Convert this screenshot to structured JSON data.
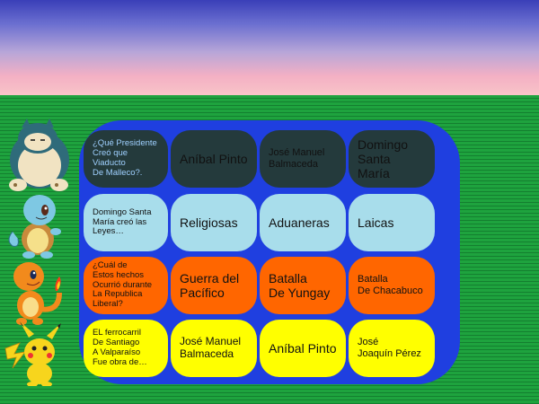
{
  "board": {
    "rows": [
      {
        "question": "¿Qué Presidente\nCreó que Viaducto\nDe Malleco?.",
        "answers": [
          "Aníbal Pinto",
          "José Manuel\nBalmaceda",
          "Domingo\nSanta María"
        ]
      },
      {
        "question": "Domingo Santa\nMaría creó las\nLeyes…",
        "answers": [
          "Religiosas",
          "Aduaneras",
          "Laicas"
        ]
      },
      {
        "question": "¿Cuál de\nEstos hechos\nOcurrió durante\nLa Republica\nLiberal?",
        "answers": [
          "Guerra del\nPacífico",
          "Batalla\nDe Yungay",
          "Batalla\nDe Chacabuco"
        ]
      },
      {
        "question": "EL ferrocarril\nDe Santiago\nA Valparaíso\nFue obra de…",
        "answers": [
          "José Manuel\nBalmaceda",
          "Aníbal Pinto",
          "José\nJoaquín Pérez"
        ]
      }
    ]
  },
  "icons": [
    "snorlax-icon",
    "squirtle-icon",
    "charmander-icon",
    "pikachu-icon"
  ],
  "colors": {
    "board": "#1f3fe0",
    "row1": "#243a3c",
    "row2": "#a8ddeb",
    "row3": "#ff6600",
    "row4": "#ffff00",
    "grass": "#1ea33e"
  }
}
